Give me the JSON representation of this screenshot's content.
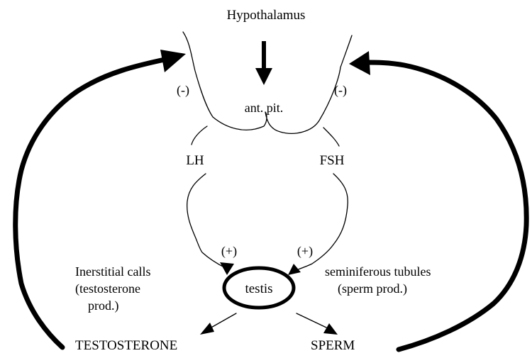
{
  "diagram": {
    "hypothalamus": "Hypothalamus",
    "ant_pit": "ant. pit.",
    "neg_left": "(-)",
    "neg_right": "(-)",
    "lh": "LH",
    "fsh": "FSH",
    "pos_left": "(+)",
    "pos_right": "(+)",
    "testis": "testis",
    "interstitial": [
      "Inerstitial calls",
      "(testosterone",
      "prod.)"
    ],
    "seminiferous": [
      "seminiferous tubules",
      "(sperm prod.)"
    ],
    "testosterone": "TESTOSTERONE",
    "sperm": "SPERM"
  },
  "colors": {
    "ink": "#000000",
    "background": "#ffffff"
  }
}
